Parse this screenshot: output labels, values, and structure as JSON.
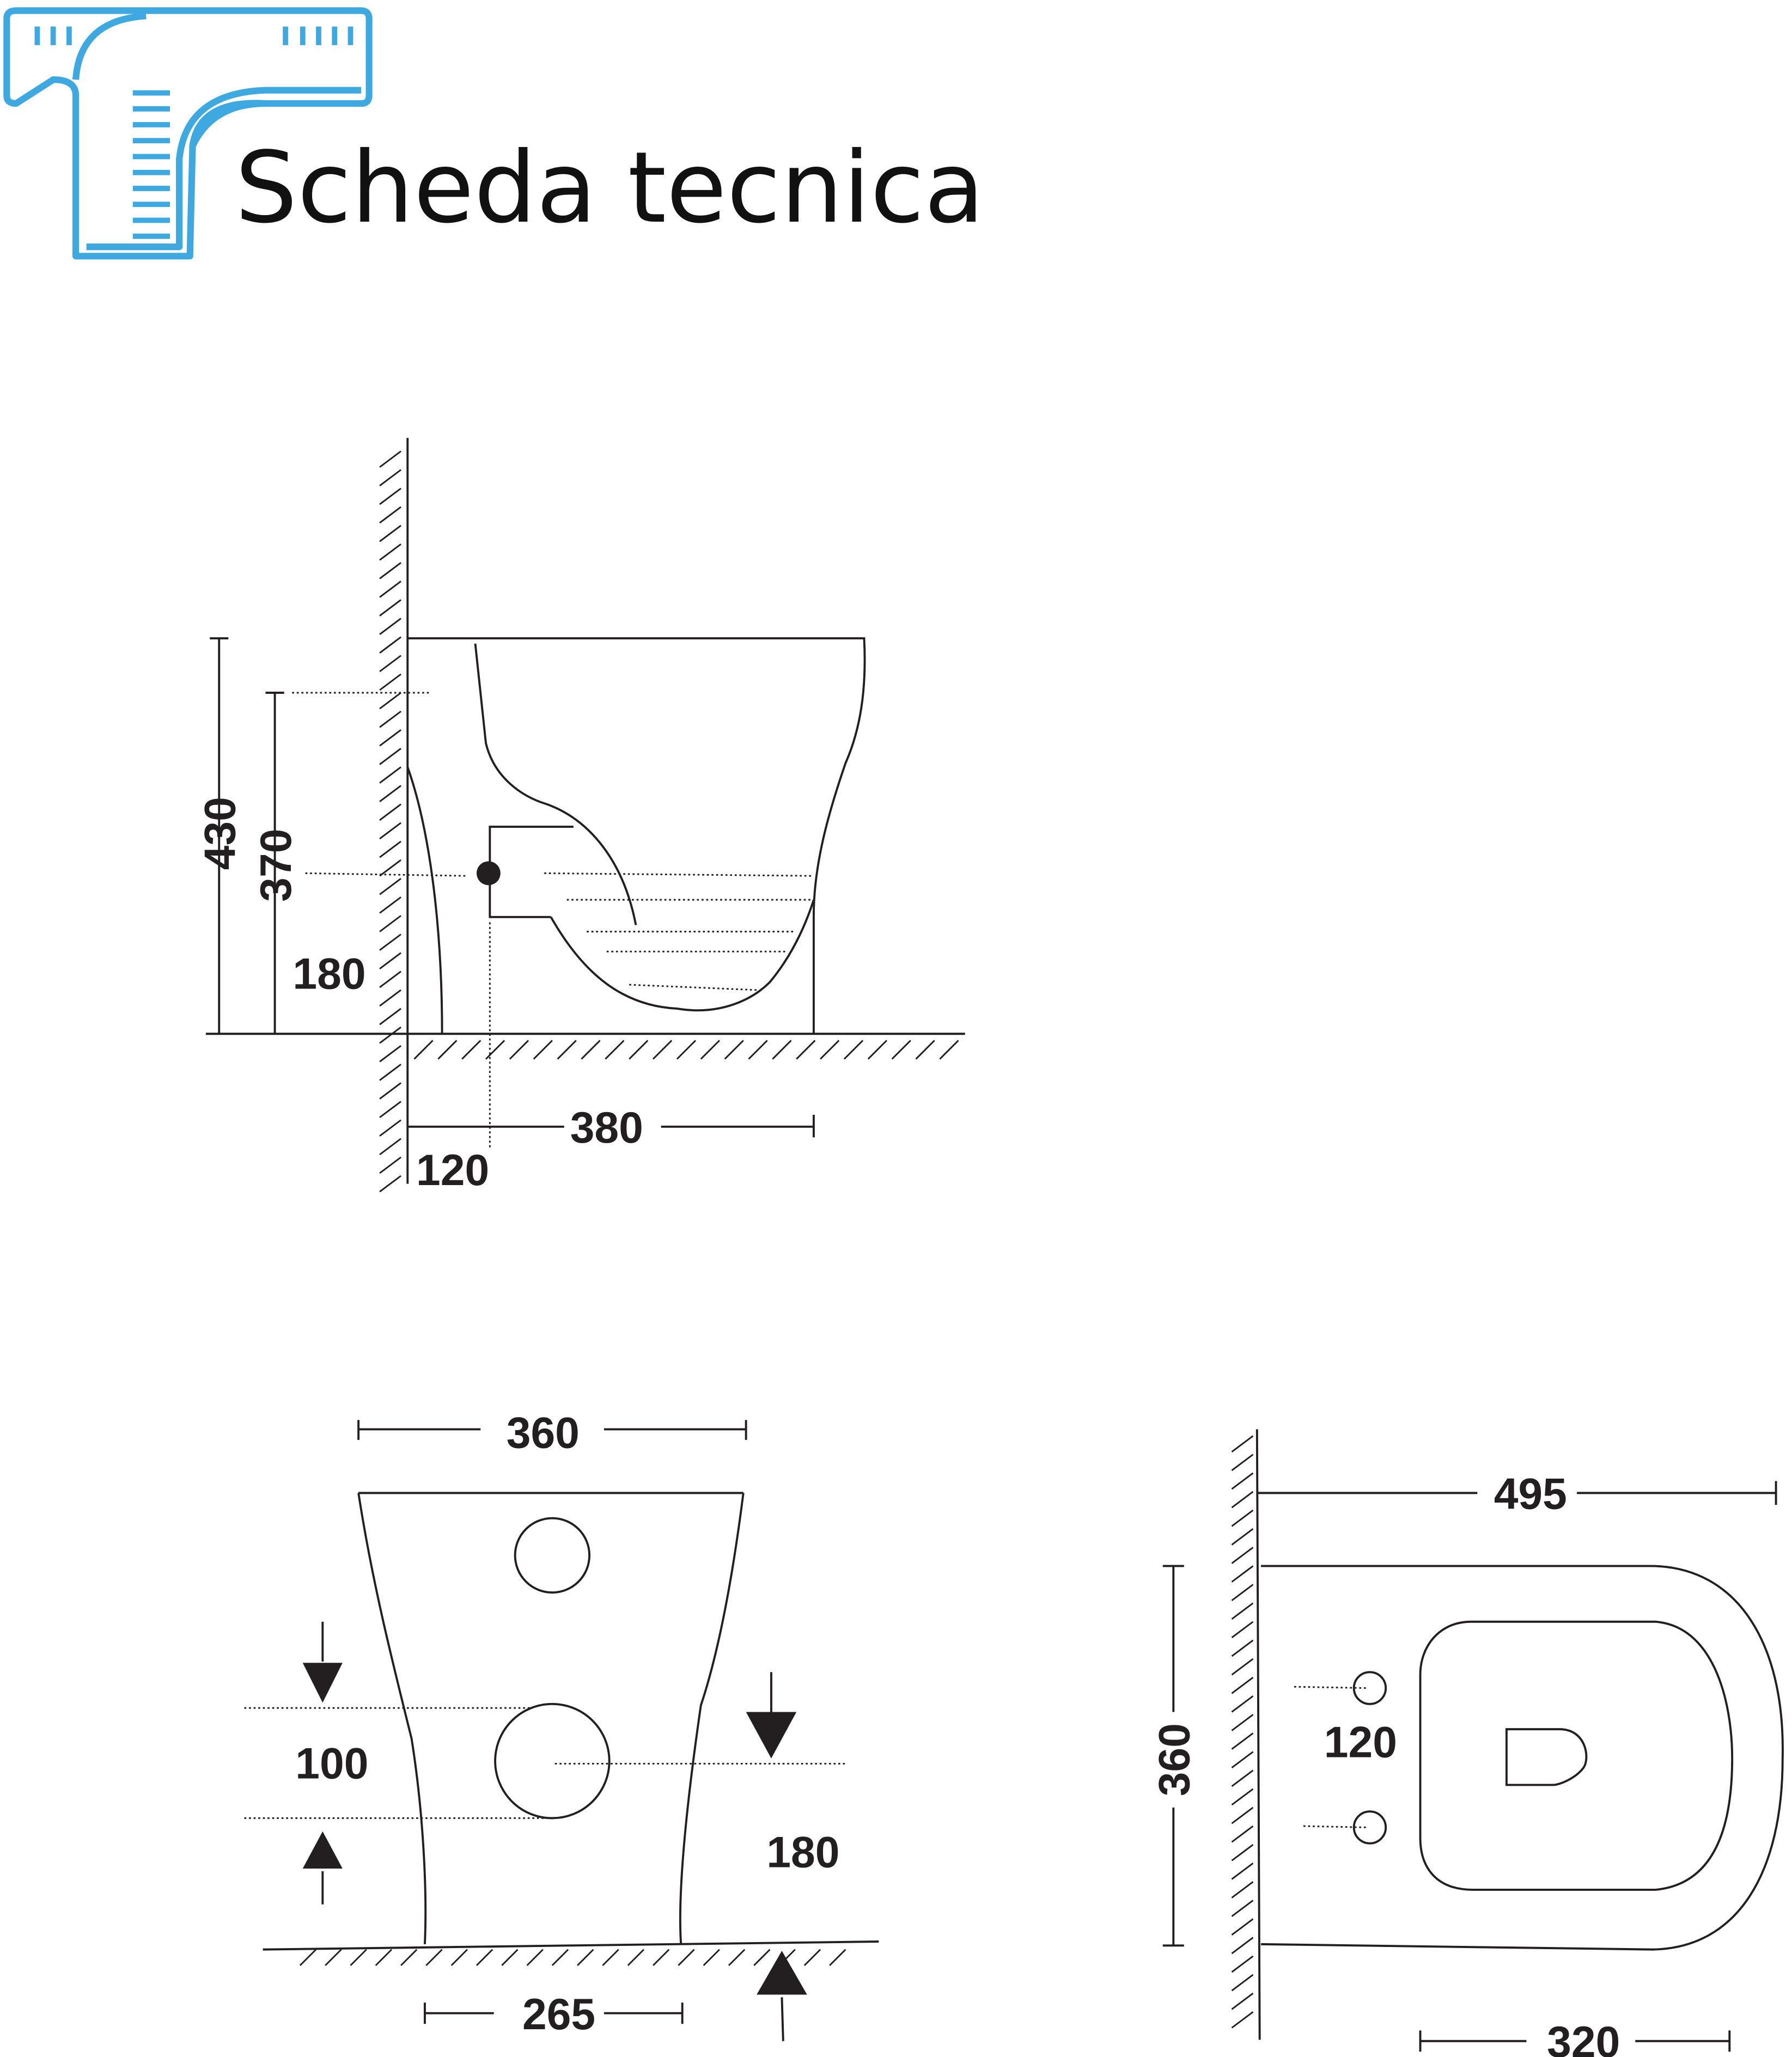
{
  "header": {
    "title": "Scheda tecnica",
    "logo_icon": "ruler-t-icon",
    "logo_color": "#3ea8e0"
  },
  "side_view": {
    "height_total": "430",
    "height_inlet": "370",
    "height_outlet": "180",
    "depth_total": "380",
    "outlet_distance": "120"
  },
  "front_view": {
    "width_top": "360",
    "outlet_diameter_gap": "100",
    "outlet_height": "180",
    "width_base": "265"
  },
  "top_view": {
    "length": "495",
    "width": "360",
    "fixing_spacing": "120",
    "base_length": "320"
  }
}
